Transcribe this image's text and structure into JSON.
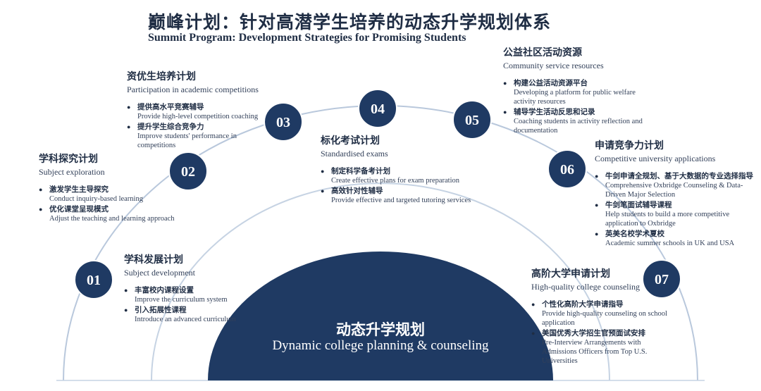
{
  "header": {
    "title_cn": "巅峰计划：针对高潜学生培养的动态升学规划体系",
    "title_en": "Summit Program: Development Strategies for Promising Students"
  },
  "center": {
    "title_cn": "动态升学规划",
    "title_en": "Dynamic college planning & counseling"
  },
  "colors": {
    "navy": "#1f3a63",
    "arc": "#b9c8dc",
    "text": "#1f2d44"
  },
  "stages": [
    {
      "num": "01",
      "title_cn": "学科发展计划",
      "title_en": "Subject development",
      "items": [
        {
          "cn": "丰富校内课程设置",
          "en": "Improve the curriculum system"
        },
        {
          "cn": "引入拓展性课程",
          "en": "Introduce an advanced curriculum"
        }
      ]
    },
    {
      "num": "02",
      "title_cn": "学科探究计划",
      "title_en": "Subject exploration",
      "items": [
        {
          "cn": "激发学生主导探究",
          "en": "Conduct inquiry-based learning"
        },
        {
          "cn": "优化课堂呈现模式",
          "en": "Adjust the teaching and learning approach"
        }
      ]
    },
    {
      "num": "03",
      "title_cn": "资优生培养计划",
      "title_en": "Participation in academic competitions",
      "items": [
        {
          "cn": "提供高水平竞赛辅导",
          "en": "Provide high-level competition coaching"
        },
        {
          "cn": "提升学生综合竞争力",
          "en": "Improve students' performance in competitions"
        }
      ]
    },
    {
      "num": "04",
      "title_cn": "标化考试计划",
      "title_en": "Standardised exams",
      "items": [
        {
          "cn": "制定科学备考计划",
          "en": "Create effective plans for exam preparation"
        },
        {
          "cn": "高效针对性辅导",
          "en": "Provide effective and targeted tutoring services"
        }
      ]
    },
    {
      "num": "05",
      "title_cn": "公益社区活动资源",
      "title_en": "Community service resources",
      "items": [
        {
          "cn": "构建公益活动资源平台",
          "en": "Developing a platform for public welfare activity resources"
        },
        {
          "cn": "辅导学生活动反思和记录",
          "en": "Coaching students in activity reflection and documentation"
        }
      ]
    },
    {
      "num": "06",
      "title_cn": "申请竞争力计划",
      "title_en": "Competitive university applications",
      "items": [
        {
          "cn": "牛剑申请全规划、基于大数据的专业选择指导",
          "en": "Comprehensive Oxbridge Counseling & Data-Driven Major Selection"
        },
        {
          "cn": "牛剑笔面试辅导课程",
          "en": "Help students to build a more competitive application to Oxbridge"
        },
        {
          "cn": "英美名校学术夏校",
          "en": "Academic summer schools in UK and USA"
        }
      ]
    },
    {
      "num": "07",
      "title_cn": "高阶大学申请计划",
      "title_en": "High-quality college counseling",
      "items": [
        {
          "cn": "个性化高阶大学申请指导",
          "en": "Provide high-quality counseling on school application"
        },
        {
          "cn": "美国优秀大学招生官预面试安排",
          "en": "Pre-Interview Arrangements with Admissions Officers from Top U.S. Universities"
        }
      ]
    }
  ]
}
